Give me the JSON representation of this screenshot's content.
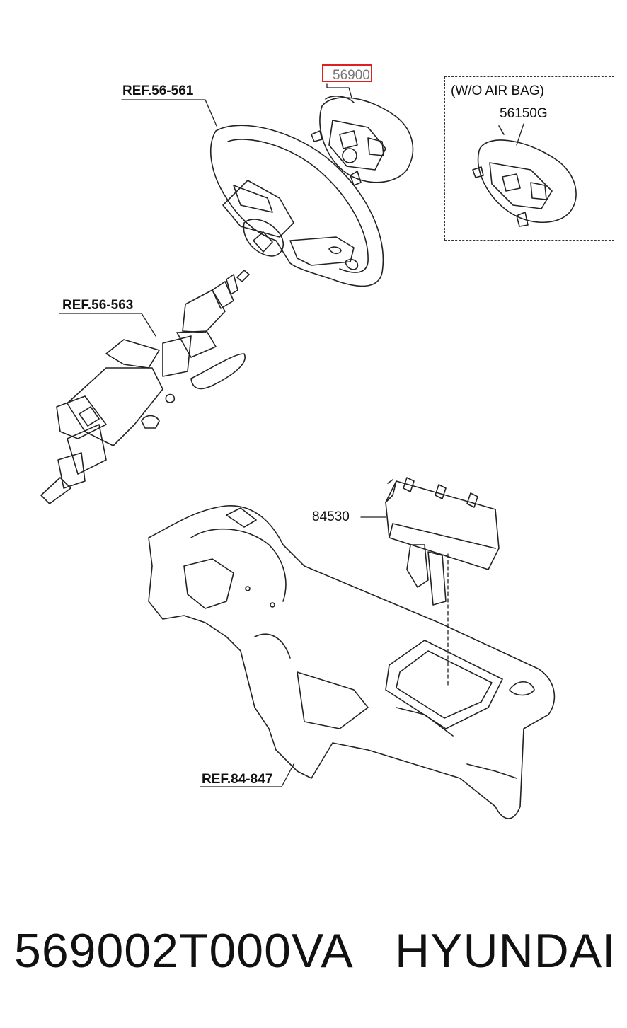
{
  "labels": {
    "ref_steering_wheel": "REF.56-561",
    "ref_steering_column": "REF.56-563",
    "ref_crash_pad": "REF.84-847",
    "part_airbag_module": "56900",
    "without_airbag_note": "(W/O AIR BAG)",
    "part_horn_pad": "56150G",
    "part_passenger_airbag": "84530"
  },
  "footer": {
    "part_number": "569002T000VA",
    "brand": "HYUNDAI"
  }
}
